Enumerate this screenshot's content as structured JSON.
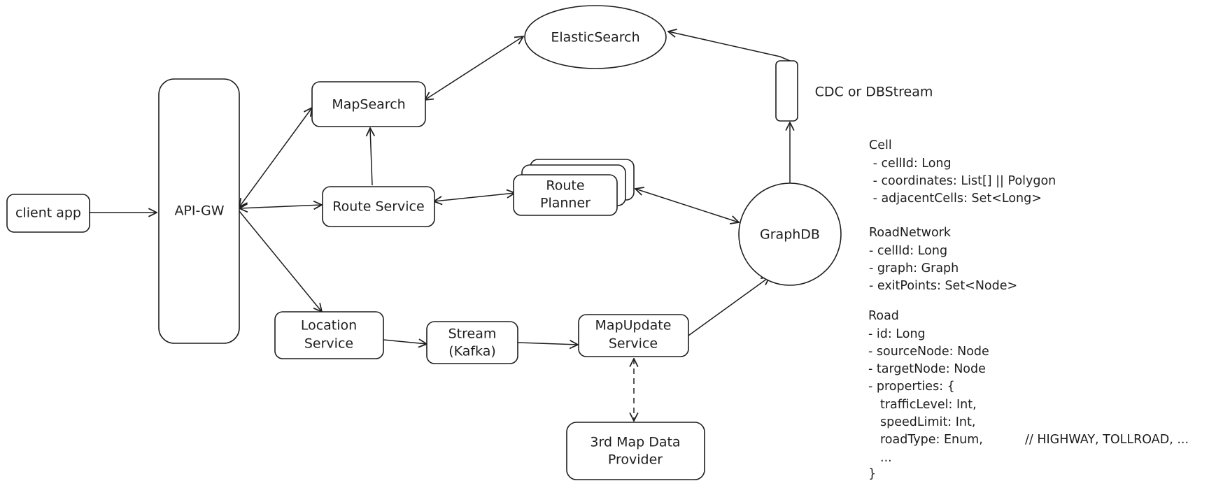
{
  "nodes": {
    "client_app": "client app",
    "api_gw": "API-GW",
    "map_search": "MapSearch",
    "route_service": "Route Service",
    "route_planner": [
      "Route",
      "Planner"
    ],
    "location_service": [
      "Location",
      "Service"
    ],
    "stream_kafka": [
      "Stream",
      "(Kafka)"
    ],
    "map_update_service": [
      "MapUpdate",
      "Service"
    ],
    "third_party_provider": [
      "3rd Map Data",
      "Provider"
    ],
    "elasticsearch": "ElasticSearch",
    "graphdb": "GraphDB",
    "cdc": "CDC or DBStream"
  },
  "schema": {
    "cell": [
      "Cell",
      " - cellId: Long",
      " - coordinates: List[] || Polygon",
      " - adjacentCells: Set<Long>"
    ],
    "road_network": [
      "RoadNetwork",
      "- cellId: Long",
      "- graph: Graph",
      "- exitPoints: Set<Node>"
    ],
    "road": [
      "Road",
      "- id: Long",
      "- sourceNode: Node",
      "- targetNode: Node",
      "- properties: {",
      "   trafficLevel: Int,",
      "   speedLimit: Int,",
      "   roadType: Enum,",
      "   ...",
      "}"
    ],
    "road_type_comment": "// HIGHWAY, TOLLROAD, ..."
  }
}
